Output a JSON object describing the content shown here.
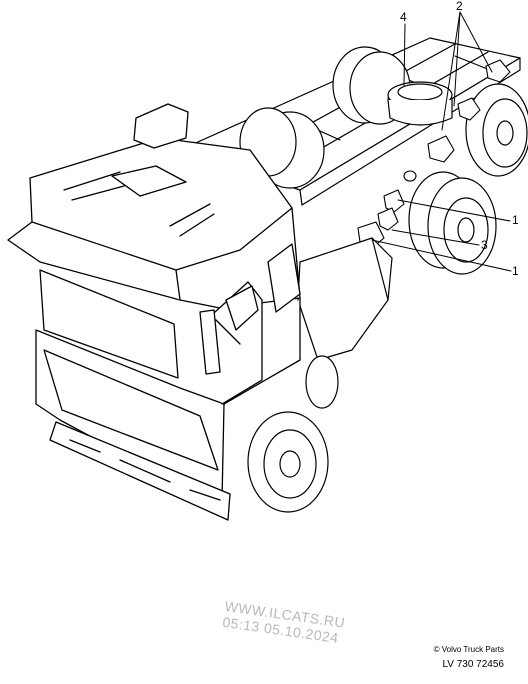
{
  "callouts": {
    "c4": "4",
    "c2": "2",
    "c1a": "1",
    "c3": "3",
    "c1b": "1"
  },
  "watermark": {
    "line1": "WWW.ILCATS.RU",
    "line2": "05:13 05.10.2024"
  },
  "footer": {
    "copyright": "© Volvo Truck Parts",
    "code": "LV 730 72456"
  }
}
